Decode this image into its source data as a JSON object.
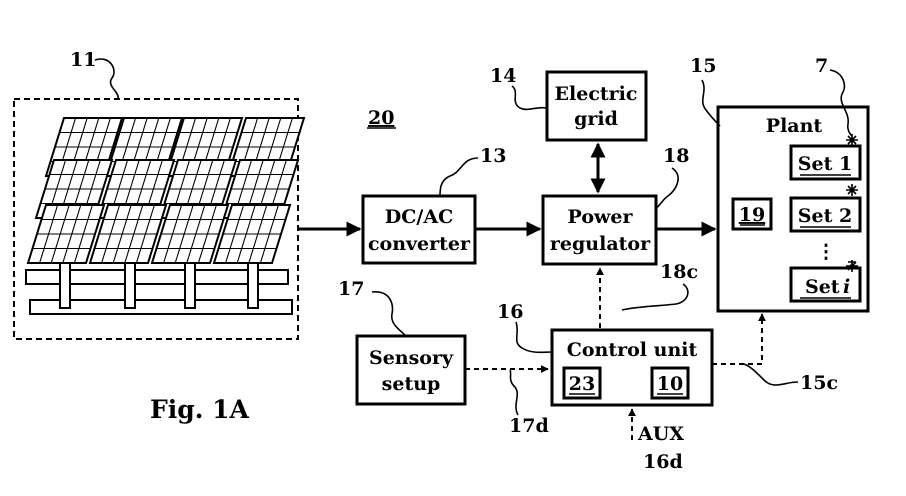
{
  "figure_label": "Fig. 1A",
  "system_number": "20",
  "blocks": {
    "electric_grid": {
      "line1": "Electric",
      "line2": "grid"
    },
    "dc_ac": {
      "line1": "DC/AC",
      "line2": "converter"
    },
    "power_regulator": {
      "line1": "Power",
      "line2": "regulator"
    },
    "plant": {
      "title": "Plant",
      "inner": "19",
      "set1": "Set 1",
      "set2": "Set 2",
      "seti_prefix": "Set ",
      "seti_suffix": "i",
      "dots": "⋮"
    },
    "sensory": {
      "line1": "Sensory",
      "line2": "setup"
    },
    "control": {
      "title": "Control unit",
      "left": "23",
      "right": "10"
    },
    "aux": "AUX"
  },
  "refs": {
    "r11": "11",
    "r14": "14",
    "r13": "13",
    "r18": "18",
    "r15": "15",
    "r7": "7",
    "r18c": "18c",
    "r17": "17",
    "r16": "16",
    "r15c": "15c",
    "r17d": "17d",
    "r16d": "16d"
  }
}
